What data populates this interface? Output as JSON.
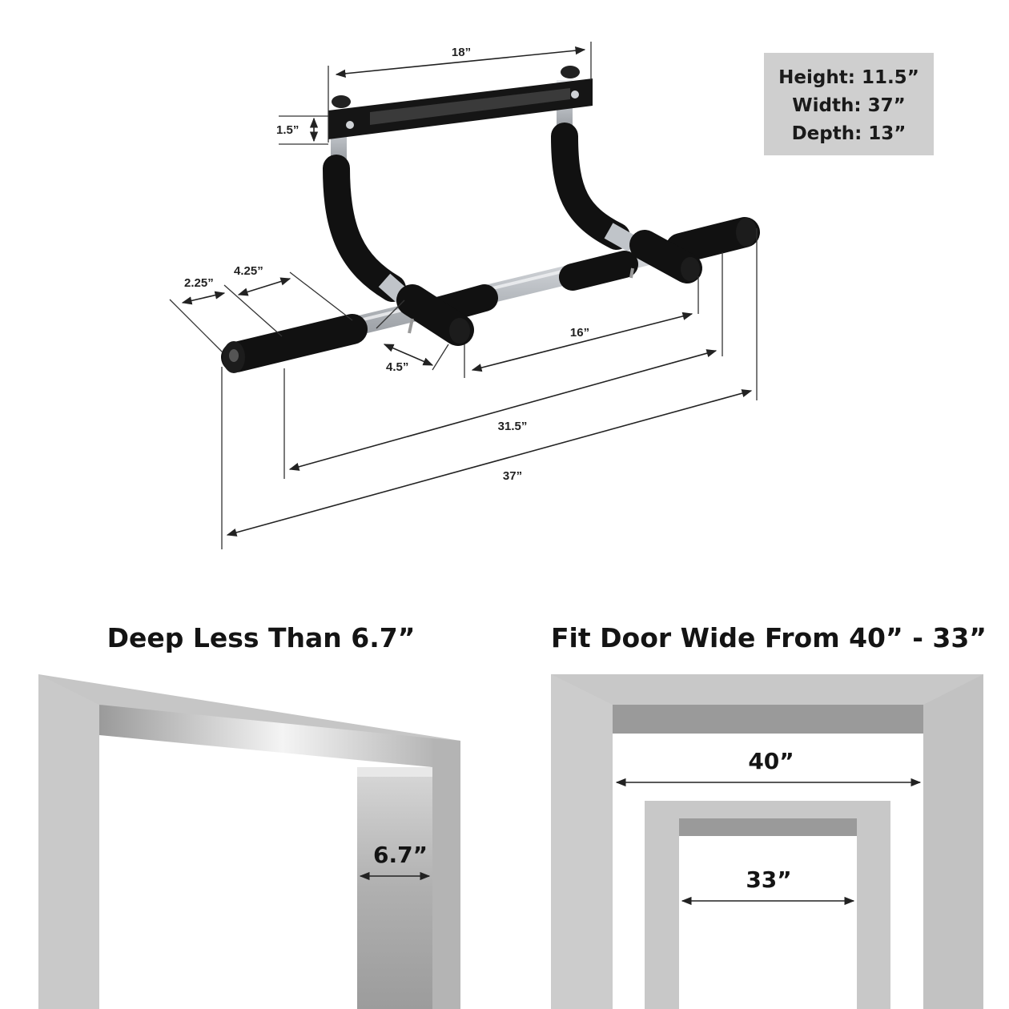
{
  "specs": {
    "height": "Height: 11.5”",
    "width": "Width: 37”",
    "depth": "Depth: 13”"
  },
  "dimensions": {
    "top_bar": "18”",
    "bar_thickness": "1.5”",
    "end_grip": "2.25”",
    "inner_grip": "4.25”",
    "handle_grip": "4.5”",
    "handle_spacing": "16”",
    "inner_width": "31.5”",
    "overall_width": "37”"
  },
  "panels": {
    "depth_title": "Deep Less Than 6.7”",
    "depth_value": "6.7”",
    "width_title": "Fit Door Wide From 40” - 33”",
    "outer_width": "40”",
    "inner_width": "33”"
  },
  "colors": {
    "foam": "#111111",
    "steel": "#c9ccd0",
    "frame": "#c8c8c8",
    "frame_shadow": "#9a9a9a",
    "spec_box": "#cfcfcf"
  }
}
